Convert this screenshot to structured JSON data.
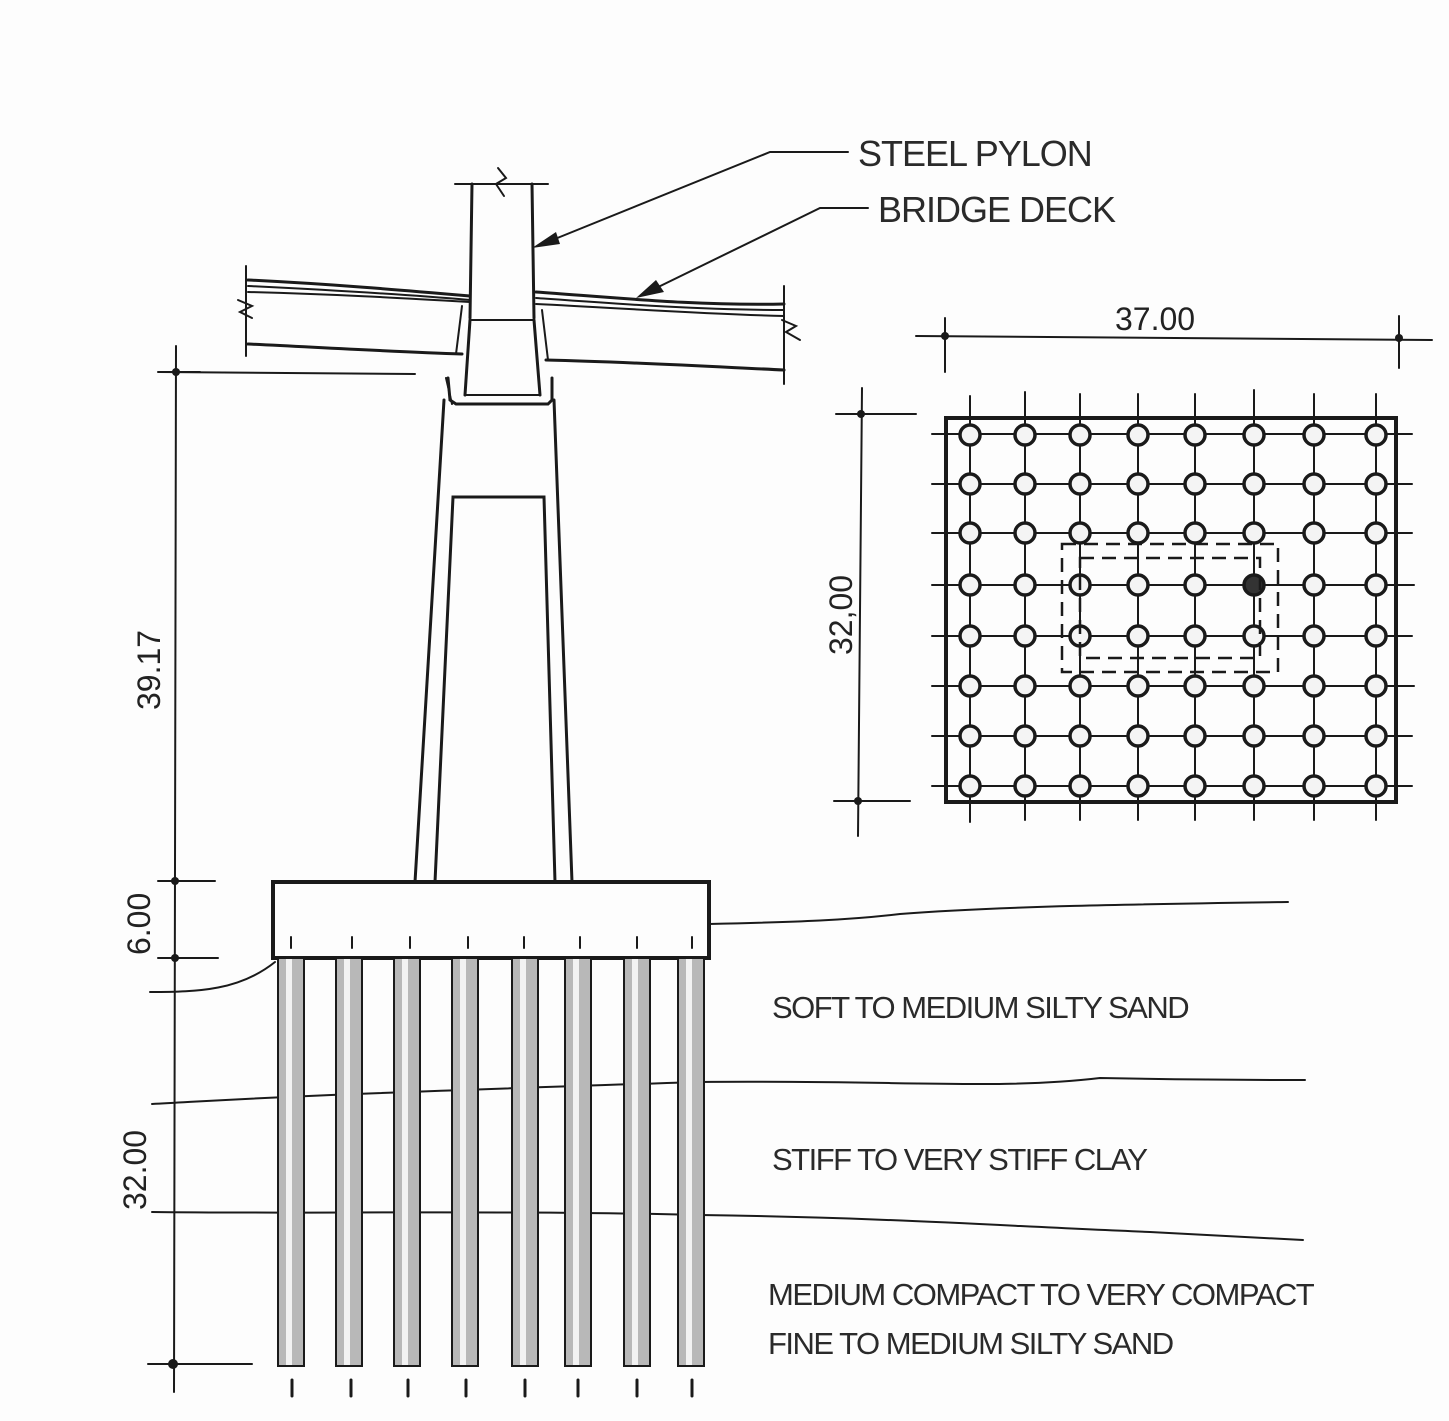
{
  "diagram": {
    "type": "engineering-drawing",
    "subject": "Cable-stayed bridge pylon on pile foundation (elevation + pile plan)",
    "labels": {
      "steel_pylon": "STEEL PYLON",
      "bridge_deck": "BRIDGE DECK"
    },
    "dimensions": {
      "pylon_height": "39.17",
      "pile_cap_thickness": "6.00",
      "pile_length": "32.00",
      "plan_width": "37.00",
      "plan_depth": "32,00"
    },
    "soil_layers": [
      {
        "name": "SOFT TO MEDIUM SILTY SAND"
      },
      {
        "name": "STIFF TO VERY STIFF CLAY"
      },
      {
        "name": "MEDIUM COMPACT TO VERY COMPACT",
        "name_line2": "FINE TO MEDIUM SILTY SAND"
      }
    ],
    "elevation": {
      "pile_count": 8
    },
    "plan": {
      "pile_grid_columns": 8,
      "pile_grid_rows": 8,
      "dashed_outline": "pylon footprint"
    },
    "colors": {
      "line": "#1a1a1a",
      "background": "#fdfdfd",
      "pile_shade": "#b8b8b8"
    }
  }
}
